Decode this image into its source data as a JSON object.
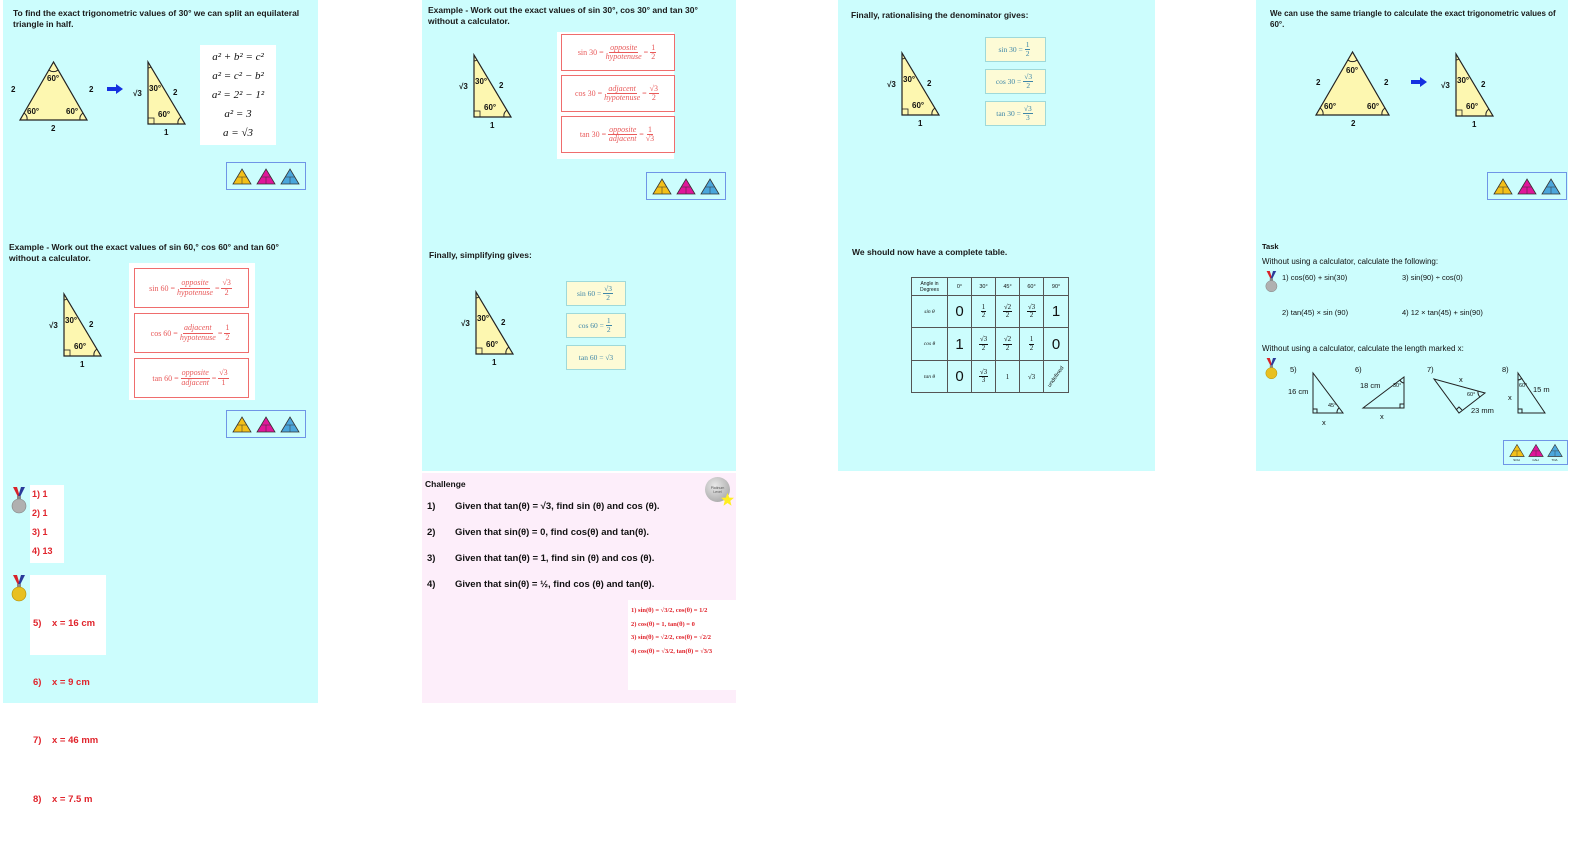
{
  "colors": {
    "slide_bg": "#ccfdfd",
    "challenge_bg": "#fdeefa",
    "answer_red": "#e0242c",
    "triangle_fill": "#fdf7b0",
    "icon_gold": "#f3c019",
    "icon_magenta": "#e0169a",
    "icon_blue": "#4aa6dc"
  },
  "icons": [
    "sin-triangle-icon",
    "cos-triangle-icon",
    "tan-triangle-icon"
  ],
  "s1": {
    "title": "To find the exact trigonometric values of 30° we can split an equilateral triangle in half.",
    "eq": {
      "side": "2",
      "angle": "60°"
    },
    "rt": {
      "left": "√3",
      "hyp": "2",
      "base": "1",
      "top_angle": "30°",
      "bottom_angle": "60°"
    },
    "steps": [
      "a² + b² = c²",
      "a² = c² − b²",
      "a² = 2² − 1²",
      "a² = 3",
      "a = √3"
    ]
  },
  "s2": {
    "title": "Example - Work out the exact values of sin 30°, cos 30° and tan 30° without a calculator.",
    "boxes": [
      {
        "lhs": "sin 30 =",
        "num": "opposite",
        "den": "hypotenuse",
        "rnum": "1",
        "rden": "2"
      },
      {
        "lhs": "cos 30 =",
        "num": "adjacent",
        "den": "hypotenuse",
        "rnum": "√3",
        "rden": "2"
      },
      {
        "lhs": "tan 30 =",
        "num": "opposite",
        "den": "adjacent",
        "rnum": "1",
        "rden": "√3"
      }
    ]
  },
  "s3": {
    "title": "Finally, rationalising the denominator gives:",
    "boxes": [
      {
        "lhs": "sin 30 =",
        "num": "1",
        "den": "2"
      },
      {
        "lhs": "cos 30 =",
        "num": "√3",
        "den": "2"
      },
      {
        "lhs": "tan 30 =",
        "num": "√3",
        "den": "3"
      }
    ]
  },
  "s4": {
    "title": "We can use the same triangle to calculate the exact trigonometric values of 60°."
  },
  "s5": {
    "title": "Example - Work out the exact values of sin 60,° cos 60° and tan 60° without a calculator.",
    "boxes": [
      {
        "lhs": "sin 60 =",
        "num": "opposite",
        "den": "hypotenuse",
        "rnum": "√3",
        "rden": "2"
      },
      {
        "lhs": "cos 60 =",
        "num": "adjacent",
        "den": "hypotenuse",
        "rnum": "1",
        "rden": "2"
      },
      {
        "lhs": "tan 60 =",
        "num": "opposite",
        "den": "adjacent",
        "rnum": "√3",
        "rden": "1"
      }
    ]
  },
  "s6": {
    "title": "Finally, simplifying gives:",
    "boxes": [
      {
        "lhs": "sin 60 =",
        "num": "√3",
        "den": "2"
      },
      {
        "lhs": "cos 60 =",
        "num": "1",
        "den": "2"
      },
      {
        "lhs": "tan 60 = √3"
      }
    ]
  },
  "s7": {
    "title": "We should now have a complete table.",
    "table": {
      "header": [
        "Angle in Degrees",
        "0°",
        "30°",
        "45°",
        "60°",
        "90°"
      ],
      "rows": [
        [
          "sin θ",
          "0",
          "1/2",
          "√2/2",
          "√3/2",
          "1"
        ],
        [
          "cos θ",
          "1",
          "√3/2",
          "√2/2",
          "1/2",
          "0"
        ],
        [
          "tan θ",
          "0",
          "√3/3",
          "1",
          "√3",
          "undefined"
        ]
      ]
    }
  },
  "s8": {
    "task": "Task",
    "line1": "Without using a calculator, calculate the following:",
    "q": [
      "1) cos(60) + sin(30)",
      "2) tan(45) × sin (90)",
      "3) sin(90) ÷ cos(0)",
      "4) 12 × tan(45) + sin(90)"
    ],
    "line2": "Without using a calculator, calculate the length marked x:",
    "d": {
      "n5": "5)",
      "n6": "6)",
      "n7": "7)",
      "n8": "8)",
      "l5a": "16 cm",
      "l5b": "45°",
      "l5x": "x",
      "l6a": "18 cm",
      "l6b": "30°",
      "l6x": "x",
      "l7x": "x",
      "l7b": "60°",
      "l7a": "23 mm",
      "l8x": "x",
      "l8b": "60°",
      "l8a": "15 m"
    },
    "icon_labels": [
      "SOH",
      "CAH",
      "TOA"
    ]
  },
  "s9": {
    "silver": [
      "1) 1",
      "2) 1",
      "3) 1",
      "4) 13"
    ],
    "gold": [
      "5)    x = 16 cm",
      "6)    x = 9 cm",
      "7)    x = 46 mm",
      "8)    x = 7.5 m"
    ]
  },
  "s10": {
    "title": "Challenge",
    "badge": "Platinum Level",
    "items": [
      {
        "n": "1)",
        "t": "Given that tan(θ) = √3, find sin (θ) and cos (θ)."
      },
      {
        "n": "2)",
        "t": "Given that sin(θ) = 0, find cos(θ) and tan(θ)."
      },
      {
        "n": "3)",
        "t": "Given that tan(θ) = 1, find sin (θ) and cos (θ)."
      },
      {
        "n": "4)",
        "t": "Given that sin(θ) = ½, find cos (θ) and tan(θ)."
      }
    ],
    "answers": [
      "1) sin(θ) = √3/2,  cos(θ) = 1/2",
      "2) cos(θ) = 1,  tan(θ) = 0",
      "3) sin(θ) = √2/2,  cos(θ) = √2/2",
      "4) cos(θ) = √3/2,  tan(θ) = √3/3"
    ]
  }
}
